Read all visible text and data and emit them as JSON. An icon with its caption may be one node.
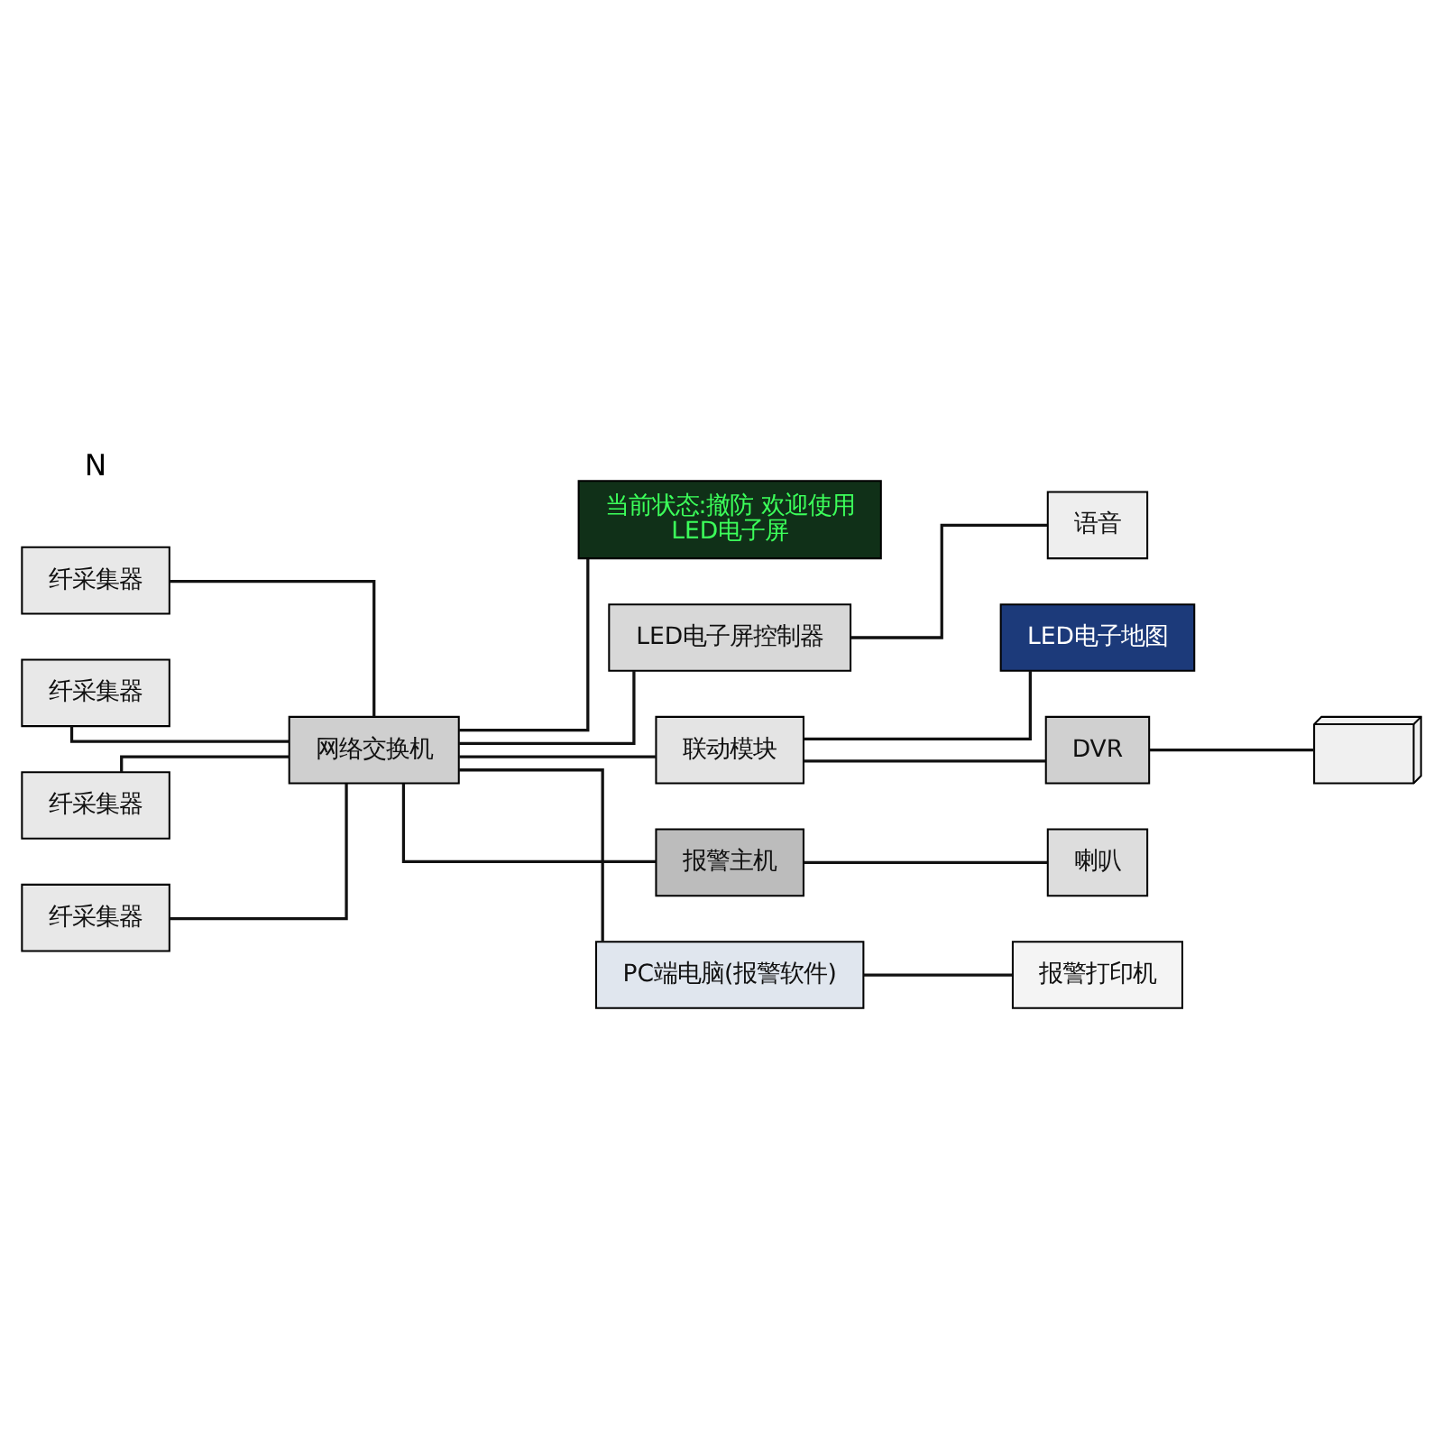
{
  "diagram": {
    "nodes": [
      {
        "text": [
          "纤采集器"
        ]
      },
      {
        "text": [
          "纤采集器"
        ]
      },
      {
        "text": [
          "纤采集器"
        ]
      },
      {
        "text": [
          "纤采集器"
        ]
      },
      {
        "text": [
          "网络交换机"
        ]
      },
      {
        "text": [
          "当前状态:撤防 欢迎使用",
          "LED电子屏"
        ]
      },
      {
        "text": [
          "LED电子屏控制器"
        ]
      },
      {
        "text": [
          "语音"
        ]
      },
      {
        "text": [
          "联动模块"
        ]
      },
      {
        "text": [
          "LED电子地图"
        ]
      },
      {
        "text": [
          "DVR"
        ]
      },
      {
        "text": [],
        "shape": "picture"
      },
      {
        "text": [
          "报警主机"
        ]
      },
      {
        "text": [
          "喇叭"
        ]
      },
      {
        "text": [
          "PC端电脑(报警软件)"
        ]
      },
      {
        "text": [
          "报警打印机"
        ]
      }
    ],
    "edges": [
      {
        "from": 0,
        "to": 4,
        "arrow": "none"
      },
      {
        "from": 1,
        "to": 4,
        "arrow": "none"
      },
      {
        "from": 2,
        "to": 4,
        "arrow": "none"
      },
      {
        "from": 3,
        "to": 4,
        "arrow": "none"
      },
      {
        "from": 4,
        "to": 5,
        "arrow": "none"
      },
      {
        "from": 4,
        "to": 6,
        "arrow": "none"
      },
      {
        "from": 6,
        "to": 7,
        "arrow": "none"
      },
      {
        "from": 4,
        "to": 8,
        "arrow": "none"
      },
      {
        "from": 8,
        "to": 9,
        "arrow": "none"
      },
      {
        "from": 8,
        "to": 10,
        "arrow": "none"
      },
      {
        "from": 10,
        "to": 11,
        "arrow": "none"
      },
      {
        "from": 4,
        "to": 12,
        "arrow": "none"
      },
      {
        "from": 12,
        "to": 13,
        "arrow": "none"
      },
      {
        "from": 4,
        "to": 14,
        "arrow": "none"
      },
      {
        "from": 14,
        "to": 15,
        "arrow": "none"
      }
    ],
    "labels": [
      "N"
    ]
  }
}
